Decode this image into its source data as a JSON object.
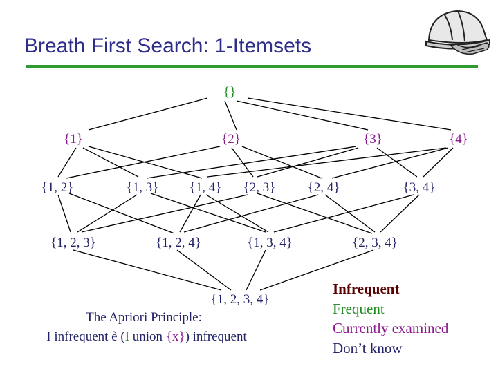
{
  "title": "Breath First Search: 1-Itemsets",
  "colors": {
    "frequent": "#1e8a1e",
    "currently_examined": "#8b1a8b",
    "unknown": "#222266",
    "infrequent": "#5a0000",
    "title": "#2e2e8a",
    "rule": "#2f9a2f"
  },
  "nodes": {
    "empty": "{}",
    "n1": "{1}",
    "n2": "{2}",
    "n3": "{3}",
    "n4": "{4}",
    "n12": "{1, 2}",
    "n13": "{1, 3}",
    "n14": "{1, 4}",
    "n23": "{2, 3}",
    "n24": "{2, 4}",
    "n34": "{3, 4}",
    "n123": "{1, 2, 3}",
    "n124": "{1, 2, 4}",
    "n134": "{1, 3, 4}",
    "n234": "{2, 3, 4}",
    "n1234": "{1, 2, 3, 4}"
  },
  "principle": {
    "heading": "The Apriori Principle:",
    "line_start": "I infrequent è (",
    "line_I": "I",
    "line_union": " union ",
    "line_x": "{x}",
    "line_end": ") infrequent"
  },
  "legend": {
    "infrequent": "Infrequent",
    "frequent": "Frequent",
    "currently_examined": "Currently examined",
    "dont_know": "Don’t know"
  },
  "logo_icon": "hardhat-gloves-icon"
}
